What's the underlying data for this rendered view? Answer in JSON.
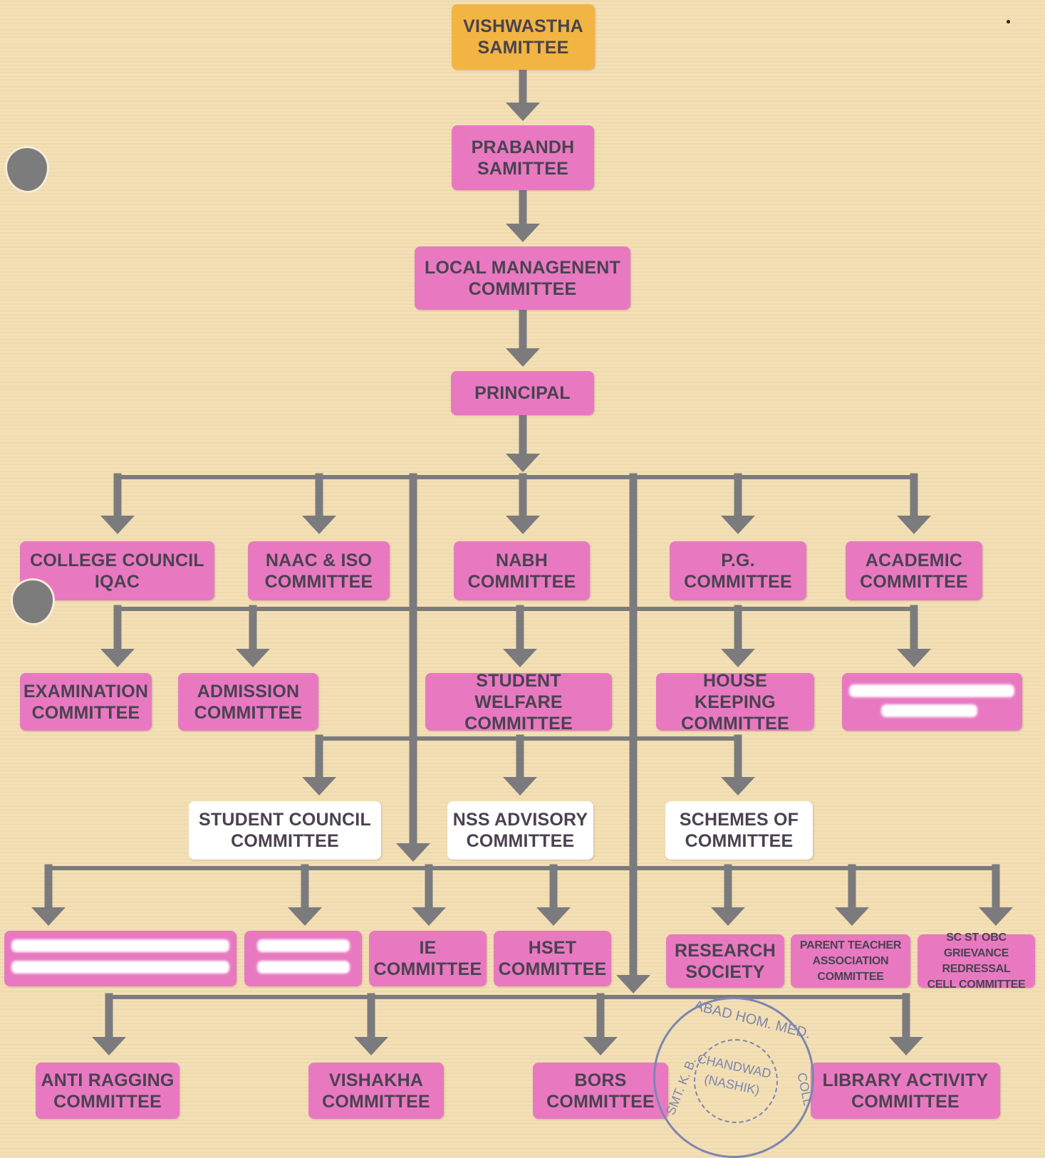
{
  "nodes": {
    "vishwastha": "VISHWASTHA\nSAMITTEE",
    "prabandh": "PRABANDH\nSAMITTEE",
    "local_management": "LOCAL MANAGENENT\nCOMMITTEE",
    "principal": "PRINCIPAL",
    "college_council": "COLLEGE COUNCIL\nIQAC",
    "naac_iso": "NAAC & ISO\nCOMMITTEE",
    "nabh": "NABH\nCOMMITTEE",
    "pg": "P.G.\nCOMMITTEE",
    "academic": "ACADEMIC\nCOMMITTEE",
    "examination": "EXAMINATION\nCOMMITTEE",
    "admission": "ADMISSION\nCOMMITTEE",
    "student_welfare": "STUDENT WELFARE\nCOMMITTEE",
    "house_keeping": "HOUSE KEEPING\nCOMMITTEE",
    "redacted_1": "",
    "student_council": "STUDENT COUNCIL\nCOMMITTEE",
    "nss_advisory": "NSS ADVISORY\nCOMMITTEE",
    "schemes": "SCHEMES OF\nCOMMITTEE",
    "redacted_2": "",
    "redacted_3": "",
    "ie": "IE\nCOMMITTEE",
    "hset": "HSET\nCOMMITTEE",
    "research": "RESEARCH\nSOCIETY",
    "parent_teacher": "PARENT TEACHER\nASSOCIATION COMMITTEE",
    "sc_st_obc": "SC ST OBC\nGRIEVANCE REDRESSAL\nCELL COMMITTEE",
    "anti_ragging": "ANTI RAGGING\nCOMMITTEE",
    "vishakha": "VISHAKHA\nCOMMITTEE",
    "bors": "BORS\nCOMMITTEE",
    "library_activity": "LIBRARY ACTIVITY\nCOMMITTEE"
  },
  "seal": {
    "top": "ABAD HOM. MED.",
    "left": "SMT. K. B.",
    "right": "COLL",
    "center_1": "CHANDWAD",
    "center_2": "(NASHIK)"
  },
  "colors": {
    "node_pink": "#e879c1",
    "node_orange": "#f2b543",
    "node_white": "#ffffff",
    "connector_gray": "#7b7b7d",
    "text_dark": "#4a4250",
    "stamp_blue": "#7d86b0"
  }
}
